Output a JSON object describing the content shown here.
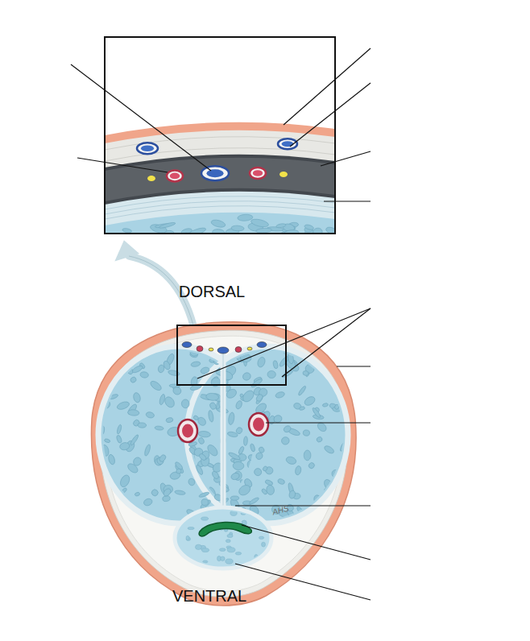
{
  "diagram": {
    "labels": [
      "DORSAL",
      "VENTRAL",
      "AHS"
    ]
  }
}
